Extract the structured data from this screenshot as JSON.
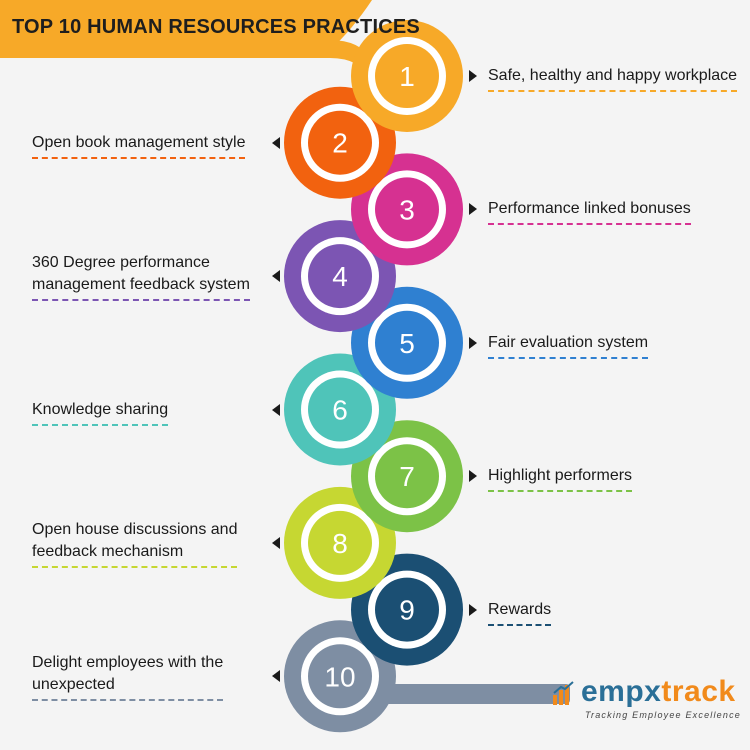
{
  "header": {
    "title": "TOP 10 HUMAN RESOURCES PRACTICES"
  },
  "steps": [
    {
      "number": "1",
      "lines": [
        "Safe, healthy and happy workplace"
      ],
      "color": "#f7a928"
    },
    {
      "number": "2",
      "lines": [
        "Open book management style"
      ],
      "color": "#f2620f"
    },
    {
      "number": "3",
      "lines": [
        "Performance linked bonuses"
      ],
      "color": "#d63191"
    },
    {
      "number": "4",
      "lines": [
        "360 Degree performance",
        "management feedback system"
      ],
      "color": "#7c55b3"
    },
    {
      "number": "5",
      "lines": [
        "Fair evaluation system"
      ],
      "color": "#2f80d1"
    },
    {
      "number": "6",
      "lines": [
        "Knowledge sharing"
      ],
      "color": "#4fc4b9"
    },
    {
      "number": "7",
      "lines": [
        "Highlight performers"
      ],
      "color": "#7cc247"
    },
    {
      "number": "8",
      "lines": [
        "Open house discussions and",
        "feedback mechanism"
      ],
      "color": "#c6d732"
    },
    {
      "number": "9",
      "lines": [
        "Rewards"
      ],
      "color": "#1b4f73"
    },
    {
      "number": "10",
      "lines": [
        "Delight employees with the",
        "unexpected"
      ],
      "color": "#7e8ea3"
    }
  ],
  "logo": {
    "name_part1": "empx",
    "name_part2": "track",
    "tagline": "Tracking Employee Excellence",
    "colors": {
      "primary": "#2a6f97",
      "accent": "#f18a1b"
    }
  },
  "colors": {
    "background": "#f4f4f4",
    "title_bar": "#f7a928",
    "tail": "#7e8ea3"
  }
}
